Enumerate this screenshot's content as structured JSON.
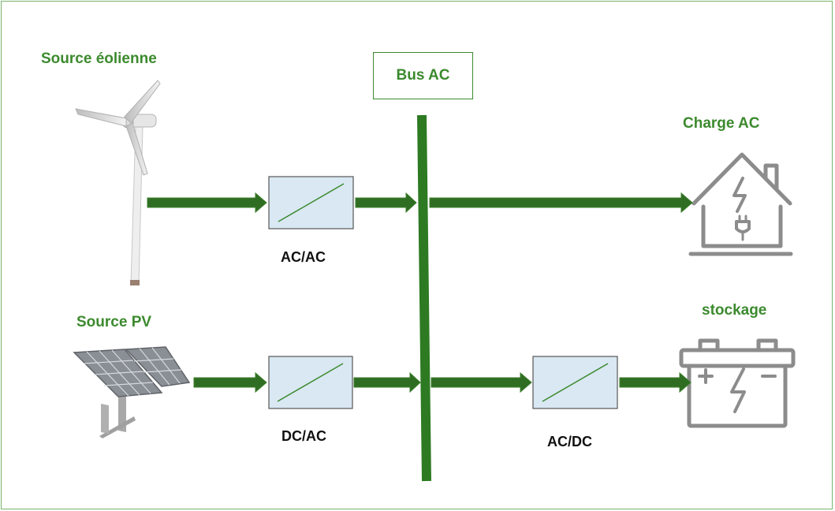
{
  "labels": {
    "wind": "Source éolienne",
    "pv": "Source PV",
    "bus": "Bus AC",
    "load": "Charge AC",
    "storage": "stockage",
    "conv_wind": "AC/AC",
    "conv_pv": "DC/AC",
    "conv_storage": "AC/DC"
  },
  "colors": {
    "accent": "#3c8a2e",
    "bus": "#2d7a22",
    "arrow_fill": "#2f6e22",
    "converter_fill": "#d9e8f3",
    "icon_gray": "#8c8c8c"
  },
  "icons": {
    "wind": "wind-turbine-icon",
    "pv": "solar-panel-icon",
    "load": "house-icon",
    "storage": "battery-icon"
  }
}
